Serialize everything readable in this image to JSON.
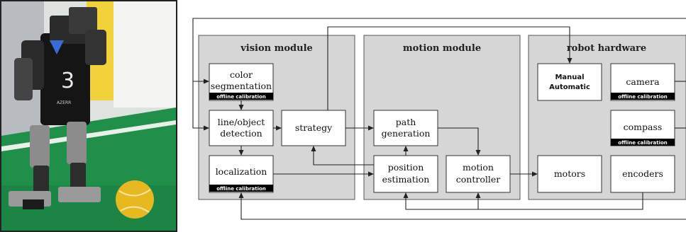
{
  "modules": {
    "vision": "vision module",
    "motion": "motion module",
    "hardware": "robot hardware"
  },
  "blocks": {
    "color_segmentation": [
      "color",
      "segmentation"
    ],
    "line_object_detection": [
      "line/object",
      "detection"
    ],
    "localization": "localization",
    "strategy": "strategy",
    "path_generation": [
      "path",
      "generation"
    ],
    "position_estimation": [
      "position",
      "estimation"
    ],
    "motion_controller": [
      "motion",
      "controller"
    ],
    "manual_automatic": [
      "Manual",
      "Automatic"
    ],
    "camera": "camera",
    "compass": "compass",
    "motors": "motors",
    "encoders": "encoders"
  },
  "calibration_tag": "offline calibration",
  "photo": {
    "robot_number": "3",
    "chest_label": "AZERR"
  }
}
